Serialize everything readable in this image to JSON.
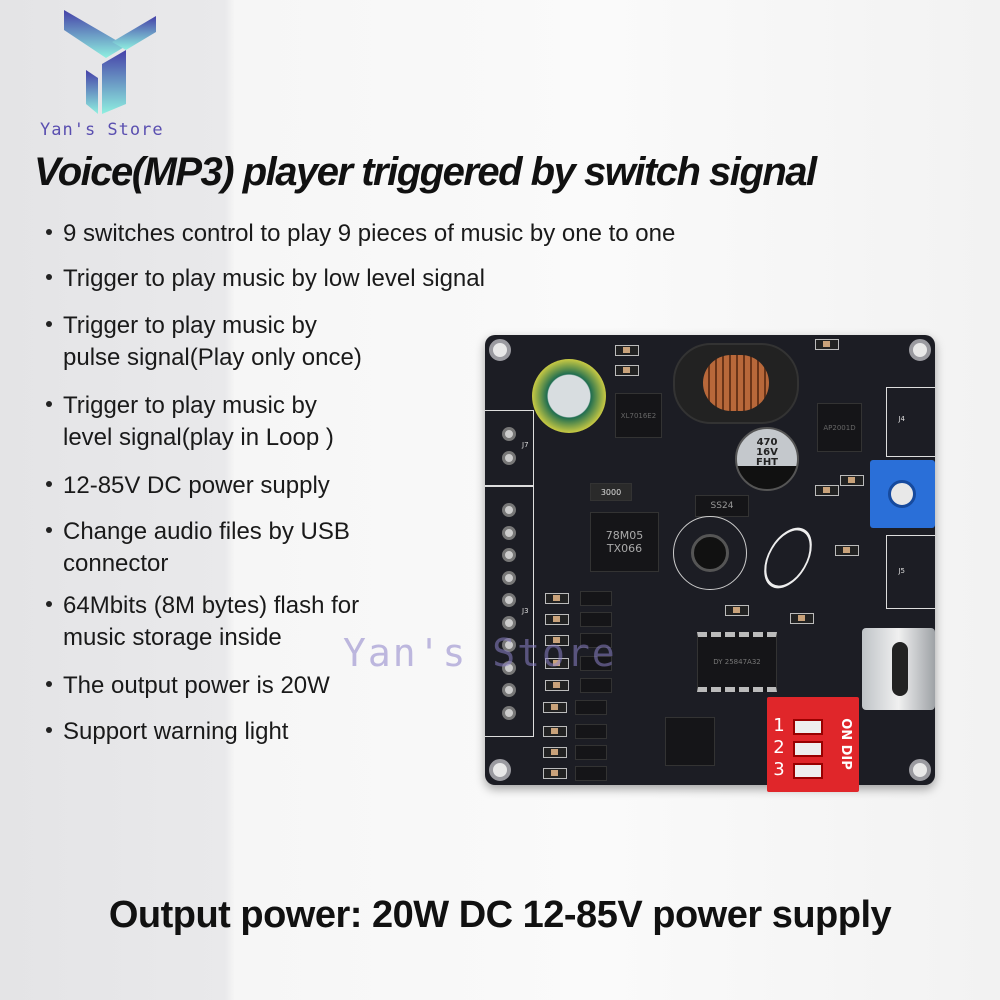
{
  "brand": {
    "name": "Yan's Store",
    "logo_icon": "yans-store-y-logo"
  },
  "title": "Voice(MP3) player triggered by switch signal",
  "features": [
    {
      "line1": "9 switches control to play 9 pieces of music by one to one"
    },
    {
      "line1": "Trigger to play music by low level signal"
    },
    {
      "line1": "Trigger to play music by",
      "line2": "pulse signal(Play only once)"
    },
    {
      "line1": "Trigger to play music by",
      "line2": "level signal(play in Loop )"
    },
    {
      "line1": "12-85V DC power supply"
    },
    {
      "line1": "Change audio files by USB",
      "line2": "connector"
    },
    {
      "line1": "64Mbits (8M bytes) flash for",
      "line2": "music storage inside"
    },
    {
      "line1": "The output power is 20W"
    },
    {
      "line1": "Support warning light"
    }
  ],
  "board": {
    "capacitor_label": "470 16V FHT",
    "regulator_label": "78M05 TX066",
    "diode_label": "SS24",
    "resistor_label": "3000",
    "chip_u1": "XL7016E2",
    "chip_u5": "AP2001D",
    "main_chip": "DY 25847A32",
    "dip_label": "ON DIP",
    "dip_numbers": [
      "1",
      "2",
      "3"
    ],
    "connector_labels": [
      "J7",
      "J3",
      "J4",
      "J5"
    ],
    "pcb_color": "#1c1d24",
    "dip_color": "#e0262a",
    "pot_color": "#2a6fd8"
  },
  "watermark": "Yan's Store",
  "bottom_text": "Output power: 20W DC 12-85V power supply"
}
